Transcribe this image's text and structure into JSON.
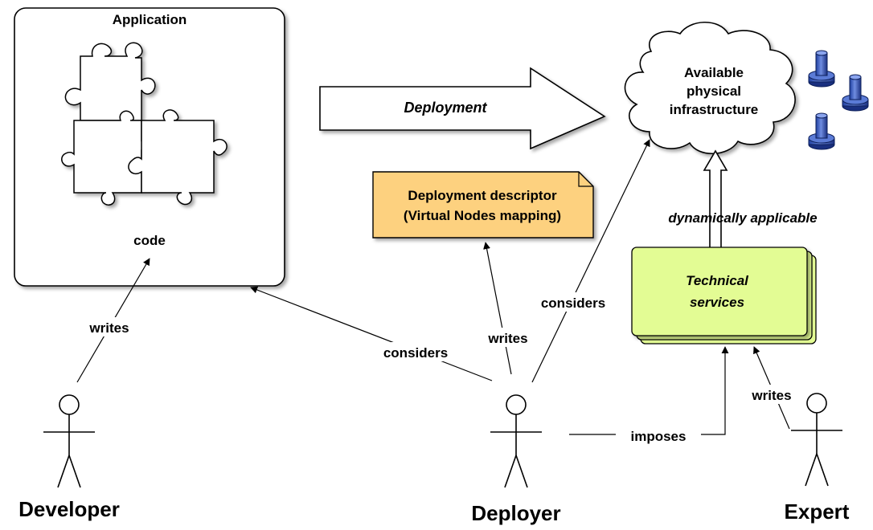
{
  "application": {
    "title": "Application",
    "code_label": "code"
  },
  "deployment_arrow_label": "Deployment",
  "infrastructure": {
    "line1": "Available",
    "line2": "physical",
    "line3": "infrastructure"
  },
  "descriptor": {
    "line1": "Deployment descriptor",
    "line2": "(Virtual Nodes mapping)",
    "fill": "#fdd17f"
  },
  "technical_services": {
    "line1": "Technical",
    "line2": "services",
    "fill": "#e3fc94"
  },
  "dynamically_applicable": "dynamically applicable",
  "relations": {
    "developer_writes": "writes",
    "deployer_considers_app": "considers",
    "deployer_writes": "writes",
    "deployer_considers_infra": "considers",
    "deployer_imposes": "imposes",
    "expert_writes": "writes"
  },
  "actors": {
    "developer": "Developer",
    "deployer": "Deployer",
    "expert": "Expert"
  },
  "icons": {
    "puzzle": "puzzle-pieces-icon",
    "server": "server-stack-icon"
  }
}
